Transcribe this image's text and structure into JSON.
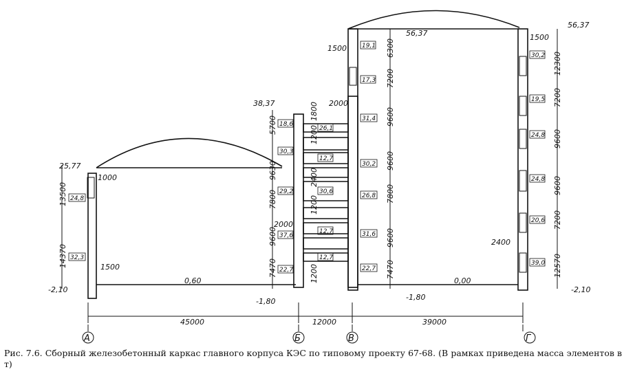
{
  "levels": {
    "left_top": "25,77",
    "left_bottom": "-2,10",
    "floor_mid": "0,60",
    "crane_top": "38,37",
    "under_b": "-1,80",
    "under_v": "-1,80",
    "main_top": "56,37",
    "main_top_right": "56,37",
    "floor_main": "0,00",
    "right_bottom": "-2,10"
  },
  "left_frame": {
    "heights": [
      "13500",
      "14370"
    ],
    "offsets": [
      "1000",
      "1500"
    ],
    "masses": [
      "24,8",
      "32,3"
    ]
  },
  "bunker_left": {
    "heights": [
      "5700",
      "9630",
      "7800",
      "9600",
      "7470"
    ],
    "masses": [
      "18,6",
      "30,3",
      "29,2",
      "37,6",
      "22,7"
    ],
    "offset": "2000"
  },
  "bunker_mid": {
    "top": "1800",
    "heights": [
      "1200",
      "2400",
      "1200",
      "1200"
    ],
    "masses": [
      "26,1",
      "12,7",
      "30,6",
      "12,7",
      "12,7"
    ]
  },
  "bunker_right": {
    "offset": "2000",
    "masses": [
      "31,4",
      "30,2",
      "26,8",
      "31,6",
      "22,7"
    ]
  },
  "main_left": {
    "offset": "1500",
    "heights": [
      "6300",
      "7200",
      "9600",
      "9600",
      "7800",
      "9600",
      "7470"
    ],
    "masses": [
      "19,1",
      "17,3"
    ]
  },
  "main_right": {
    "offset_top": "1500",
    "offset_low": "2400",
    "heights": [
      "12300",
      "7200",
      "9600",
      "9600",
      "7200",
      "12570"
    ],
    "masses": [
      "30,2",
      "19,5",
      "24,8",
      "24,8",
      "20,6",
      "39,0"
    ]
  },
  "spans": [
    "45000",
    "12000",
    "39000"
  ],
  "axes": [
    "А",
    "Б",
    "В",
    "Г"
  ],
  "caption": "Рис. 7.6. Сборный железобетонный каркас главного корпуса КЭС по типовому проекту 67-68. (В рамках приведена масса элементов в т)"
}
